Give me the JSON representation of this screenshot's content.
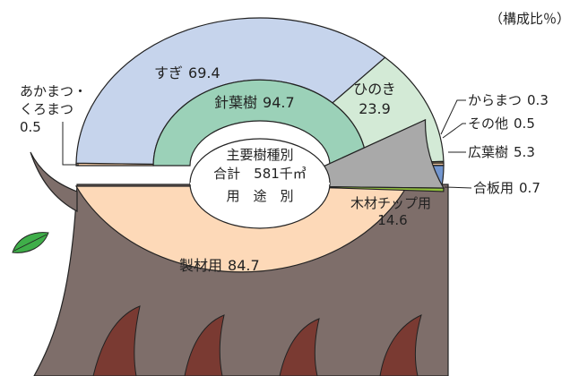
{
  "unit_note": "（構成比％）",
  "center": {
    "line1": "主要樹種別",
    "line2": "合計　581千㎥",
    "line3": "用　途　別"
  },
  "colors": {
    "sugi": "#c6d4ec",
    "hinoki": "#d3ead6",
    "shinyo": "#9bd1b8",
    "koyo": "#7396cf",
    "karamatsu": "#c9b06e",
    "sonota": "#f2c9a2",
    "akamatsu": "#f2c9a2",
    "seizai": "#fdd9b8",
    "mokuzai_chip": "#a9a9a9",
    "goban": "#93c23d",
    "trunk": "#7e6e6a",
    "root_dark": "#7a3a32",
    "leaf": "#3fae49",
    "outline": "#222222"
  },
  "chart_data": [
    {
      "type": "pie",
      "name_ja": "主要樹種別",
      "layout": "upper semicircle, outer ring = species, inner ring = conifer/broadleaf",
      "outer_ring": [
        {
          "key": "akamatsu",
          "label": "あかまつ・くろまつ",
          "value": 0.5
        },
        {
          "key": "sugi",
          "label": "すぎ",
          "value": 69.4
        },
        {
          "key": "hinoki",
          "label": "ひのき",
          "value": 23.9
        },
        {
          "key": "karamatsu",
          "label": "からまつ",
          "value": 0.3
        },
        {
          "key": "sonota",
          "label": "その他",
          "value": 0.5
        },
        {
          "key": "koyo",
          "label": "広葉樹",
          "value": 5.3
        }
      ],
      "inner_ring": [
        {
          "key": "shinyo",
          "label": "針葉樹",
          "value": 94.7
        }
      ]
    },
    {
      "type": "pie",
      "name_ja": "用途別",
      "layout": "lower semicircle",
      "slices": [
        {
          "key": "seizai",
          "label": "製材用",
          "value": 84.7
        },
        {
          "key": "mokuzai_chip",
          "label": "木材チップ用",
          "value": 14.6
        },
        {
          "key": "goban",
          "label": "合板用",
          "value": 0.7
        }
      ]
    }
  ],
  "labels": {
    "sugi": {
      "name": "すぎ",
      "value": "69.4"
    },
    "hinoki": {
      "name": "ひのき",
      "value": "23.9"
    },
    "shinyo": {
      "name": "針葉樹",
      "value": "94.7"
    },
    "karamatsu": {
      "name": "からまつ",
      "value": "0.3"
    },
    "sonota": {
      "name": "その他",
      "value": "0.5"
    },
    "koyo": {
      "name": "広葉樹",
      "value": "5.3"
    },
    "goban": {
      "name": "合板用",
      "value": "0.7"
    },
    "akamatsu": {
      "line1": "あかまつ・",
      "line2": "くろまつ",
      "value": "0.5"
    },
    "mokuzai_chip": {
      "name": "木材チップ用",
      "value": "14.6"
    },
    "seizai": {
      "name": "製材用",
      "value": "84.7"
    }
  }
}
